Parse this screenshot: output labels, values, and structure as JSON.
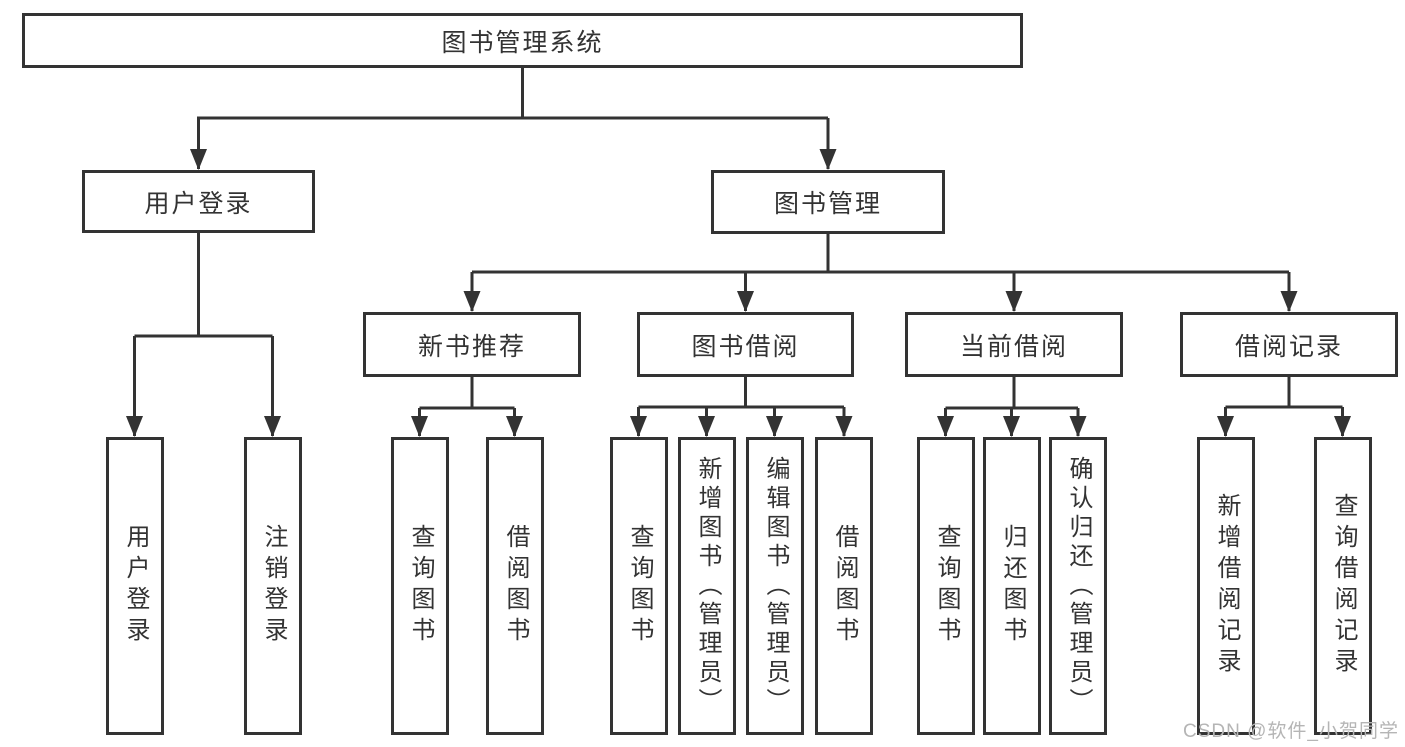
{
  "diagram": {
    "type": "hierarchy-tree",
    "colors": {
      "line": "#333333",
      "box_border": "#333333",
      "box_fill": "#ffffff",
      "text": "#333333",
      "watermark_text": "#b5b5b5",
      "background": "#ffffff"
    },
    "nodes": {
      "root": {
        "label": "图书管理系统"
      },
      "user_login_group": {
        "label": "用户登录"
      },
      "book_mgmt": {
        "label": "图书管理"
      },
      "new_book_rec": {
        "label": "新书推荐"
      },
      "book_borrow": {
        "label": "图书借阅"
      },
      "current_borrow": {
        "label": "当前借阅"
      },
      "borrow_records": {
        "label": "借阅记录"
      },
      "leaf_user_login": {
        "label": "用户登录"
      },
      "leaf_logout": {
        "label": "注销登录"
      },
      "leaf_query_book_1": {
        "label": "查询图书"
      },
      "leaf_borrow_book_1": {
        "label": "借阅图书"
      },
      "leaf_query_book_2": {
        "label": "查询图书"
      },
      "leaf_add_book": {
        "label": "新增图书（管理员）"
      },
      "leaf_edit_book": {
        "label": "编辑图书（管理员）"
      },
      "leaf_borrow_book_2": {
        "label": "借阅图书"
      },
      "leaf_query_book_3": {
        "label": "查询图书"
      },
      "leaf_return_book": {
        "label": "归还图书"
      },
      "leaf_confirm_return": {
        "label": "确认归还（管理员）"
      },
      "leaf_add_record": {
        "label": "新增借阅记录"
      },
      "leaf_query_record": {
        "label": "查询借阅记录"
      }
    },
    "hierarchy": {
      "root": [
        "user_login_group",
        "book_mgmt"
      ],
      "user_login_group": [
        "leaf_user_login",
        "leaf_logout"
      ],
      "book_mgmt": [
        "new_book_rec",
        "book_borrow",
        "current_borrow",
        "borrow_records"
      ],
      "new_book_rec": [
        "leaf_query_book_1",
        "leaf_borrow_book_1"
      ],
      "book_borrow": [
        "leaf_query_book_2",
        "leaf_add_book",
        "leaf_edit_book",
        "leaf_borrow_book_2"
      ],
      "current_borrow": [
        "leaf_query_book_3",
        "leaf_return_book",
        "leaf_confirm_return"
      ],
      "borrow_records": [
        "leaf_add_record",
        "leaf_query_record"
      ]
    },
    "watermark": "CSDN @软件_小贺同学"
  }
}
